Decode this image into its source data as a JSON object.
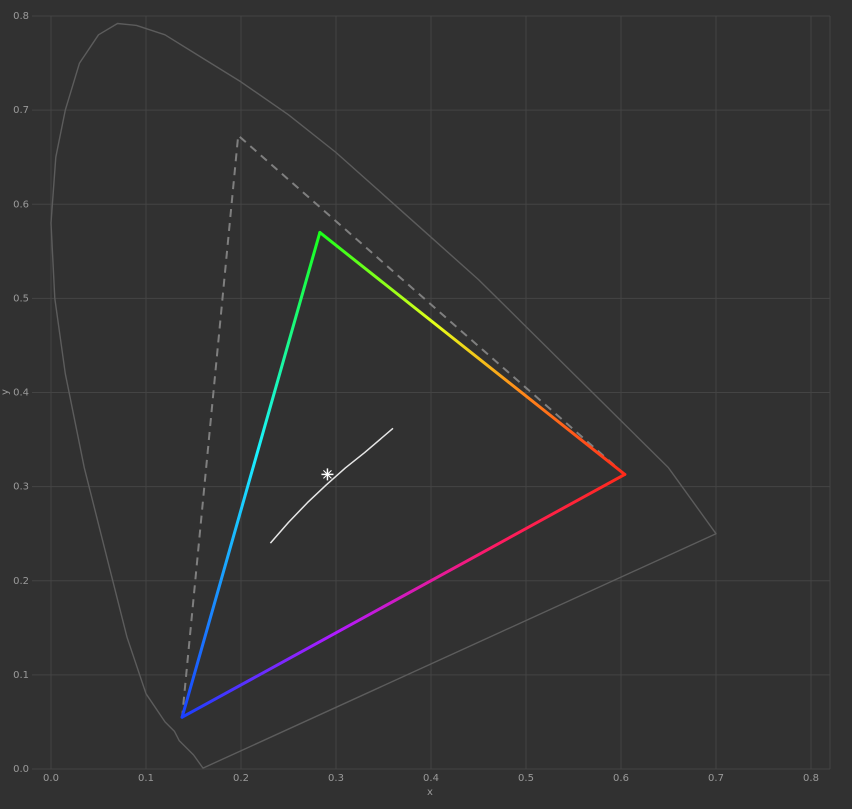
{
  "chart_data": {
    "type": "line",
    "xlabel": "x",
    "ylabel": "y",
    "xlim": [
      -0.02,
      0.82
    ],
    "ylim": [
      0.0,
      0.8
    ],
    "grid": true,
    "x_ticks": [
      "0.0",
      "0.1",
      "0.2",
      "0.3",
      "0.4",
      "0.5",
      "0.6",
      "0.7",
      "0.8"
    ],
    "y_ticks": [
      "0.0",
      "0.1",
      "0.2",
      "0.3",
      "0.4",
      "0.5",
      "0.6",
      "0.7",
      "0.8"
    ],
    "series": [
      {
        "kind": "spectral-locus",
        "color": "#5c5c5c",
        "points": [
          [
            0.16,
            0.001
          ],
          [
            0.15,
            0.015
          ],
          [
            0.135,
            0.03
          ],
          [
            0.13,
            0.04
          ],
          [
            0.12,
            0.05
          ],
          [
            0.1,
            0.08
          ],
          [
            0.08,
            0.14
          ],
          [
            0.06,
            0.22
          ],
          [
            0.035,
            0.32
          ],
          [
            0.015,
            0.42
          ],
          [
            0.004,
            0.5
          ],
          [
            0.0,
            0.58
          ],
          [
            0.005,
            0.65
          ],
          [
            0.015,
            0.7
          ],
          [
            0.03,
            0.75
          ],
          [
            0.05,
            0.78
          ],
          [
            0.07,
            0.792
          ],
          [
            0.09,
            0.79
          ],
          [
            0.12,
            0.78
          ],
          [
            0.16,
            0.755
          ],
          [
            0.2,
            0.73
          ],
          [
            0.25,
            0.695
          ],
          [
            0.3,
            0.655
          ],
          [
            0.35,
            0.61
          ],
          [
            0.4,
            0.565
          ],
          [
            0.45,
            0.52
          ],
          [
            0.5,
            0.47
          ],
          [
            0.55,
            0.42
          ],
          [
            0.6,
            0.37
          ],
          [
            0.65,
            0.32
          ],
          [
            0.7,
            0.25
          ],
          [
            0.16,
            0.001
          ]
        ]
      },
      {
        "kind": "reference-gamut",
        "color": "#7f7f7f",
        "dashed": true,
        "points": [
          [
            0.604,
            0.313
          ],
          [
            0.197,
            0.673
          ],
          [
            0.138,
            0.055
          ]
        ]
      },
      {
        "kind": "display-gamut",
        "points": [
          [
            0.604,
            0.313
          ],
          [
            0.283,
            0.57
          ],
          [
            0.138,
            0.055
          ],
          [
            0.604,
            0.313
          ]
        ]
      },
      {
        "kind": "planckian-locus",
        "color": "#e6e6e6",
        "points": [
          [
            0.231,
            0.24
          ],
          [
            0.25,
            0.262
          ],
          [
            0.27,
            0.283
          ],
          [
            0.29,
            0.302
          ],
          [
            0.31,
            0.32
          ],
          [
            0.33,
            0.336
          ],
          [
            0.36,
            0.362
          ]
        ]
      }
    ],
    "white_point": {
      "x": 0.291,
      "y": 0.313,
      "color": "#ffffff"
    },
    "gradient_colors": {
      "red": "#ff2a1a",
      "orange": "#ff8c1a",
      "yellow": "#e6ff1a",
      "green": "#1aff1a",
      "cyan": "#1af2ff",
      "blue": "#1a40ff",
      "violet": "#b21aff",
      "magenta": "#ff1a66"
    },
    "colors": {
      "background": "#313131",
      "grid": "#444444",
      "tick_text": "#9a9a9a"
    }
  }
}
